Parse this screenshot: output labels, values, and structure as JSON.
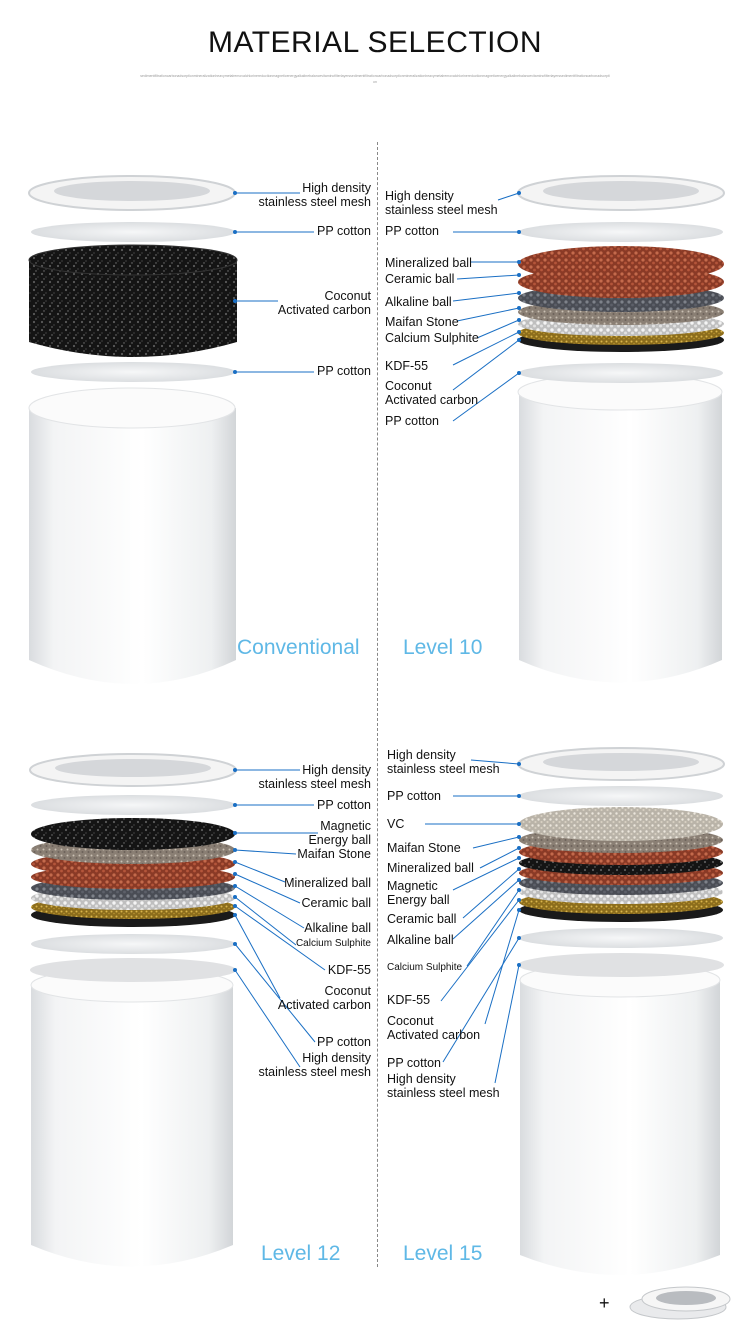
{
  "header": {
    "title": "MATERIAL SELECTION",
    "subtitle": "sedimentfiltrationcarbonadsorptionmineralizationheavymetalremovalchlorinereductionmagneticenergyalkalinebalancevitamincfilterlayerssedimentfiltrationcarbonadsorptionmineralizationheavymetalremovalchlorinereductionmagneticenergyalkalinebalancevitamincfilterlayerssedimentfiltrationcarbonadsorption"
  },
  "panels": {
    "conventional": {
      "caption": "Conventional",
      "labels": [
        {
          "text": "High density\nstainless steel mesh"
        },
        {
          "text": "PP cotton"
        },
        {
          "text": "Coconut\nActivated carbon"
        },
        {
          "text": "PP cotton"
        }
      ]
    },
    "level10": {
      "caption": "Level 10",
      "labels": [
        {
          "text": "High density\nstainless steel mesh"
        },
        {
          "text": "PP cotton"
        },
        {
          "text": "Mineralized ball"
        },
        {
          "text": "Ceramic ball"
        },
        {
          "text": "Alkaline ball"
        },
        {
          "text": "Maifan Stone"
        },
        {
          "text": "Calcium Sulphite"
        },
        {
          "text": "KDF-55"
        },
        {
          "text": "Coconut\nActivated carbon"
        },
        {
          "text": "PP cotton"
        }
      ]
    },
    "level12": {
      "caption": "Level 12",
      "labels": [
        {
          "text": "High density\nstainless steel mesh"
        },
        {
          "text": "PP cotton"
        },
        {
          "text": "Magnetic\nEnergy ball"
        },
        {
          "text": "Maifan Stone"
        },
        {
          "text": "Mineralized ball"
        },
        {
          "text": "Ceramic ball"
        },
        {
          "text": "Alkaline ball"
        },
        {
          "text": "Calcium Sulphite"
        },
        {
          "text": "KDF-55"
        },
        {
          "text": "Coconut\nActivated carbon"
        },
        {
          "text": "PP cotton"
        },
        {
          "text": "High density\nstainless steel mesh"
        }
      ]
    },
    "level15": {
      "caption": "Level 15",
      "labels": [
        {
          "text": "High density\nstainless steel mesh"
        },
        {
          "text": "PP cotton"
        },
        {
          "text": "VC"
        },
        {
          "text": "Maifan Stone"
        },
        {
          "text": "Mineralized ball"
        },
        {
          "text": "Magnetic\nEnergy ball"
        },
        {
          "text": "Ceramic ball"
        },
        {
          "text": "Alkaline ball"
        },
        {
          "text": "Calcium Sulphite"
        },
        {
          "text": "KDF-55"
        },
        {
          "text": "Coconut\nActivated carbon"
        },
        {
          "text": "PP cotton"
        },
        {
          "text": "High density\nstainless steel mesh"
        }
      ]
    }
  },
  "footer": {
    "plus": "+"
  },
  "colors": {
    "accent": "#5fb8e6",
    "leader": "#1a6fc4"
  }
}
